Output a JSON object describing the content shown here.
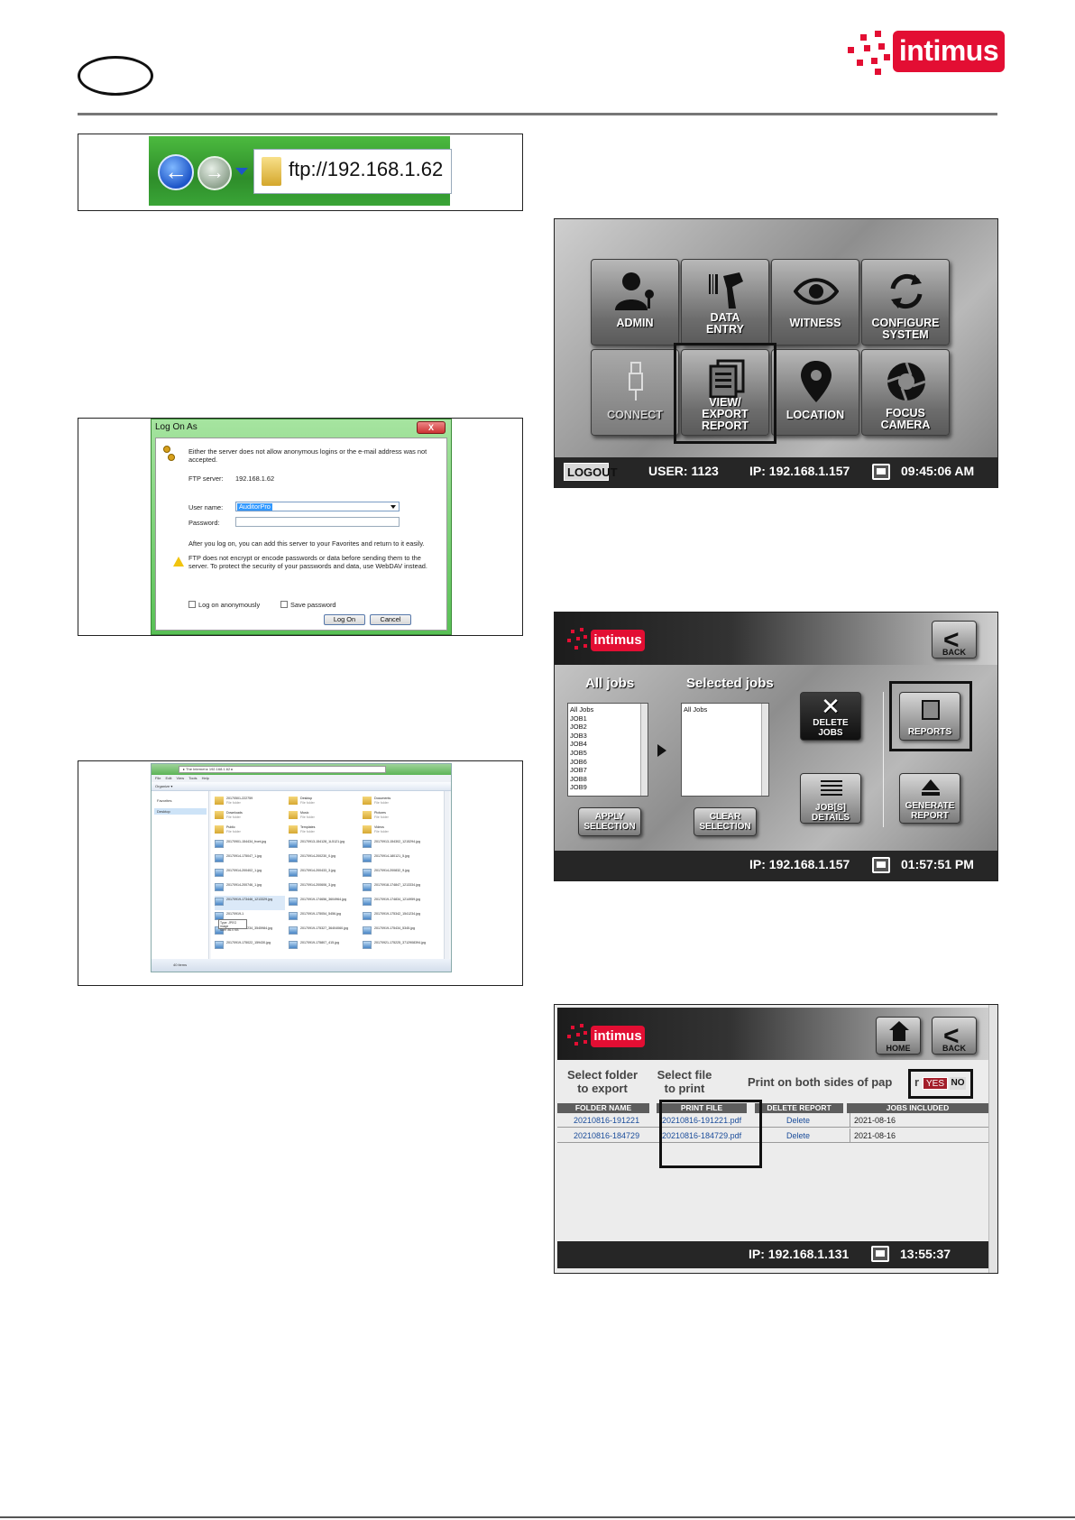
{
  "brand": {
    "logo_text": "intimus",
    "accent": "#e30e33"
  },
  "fig_browser": {
    "address": "ftp://192.168.1.62"
  },
  "fig_logon": {
    "title": "Log On As",
    "close": "X",
    "intro_1": "Either the server does not allow anonymous logins or the e-mail address was not",
    "intro_2": "accepted.",
    "ftp_server_label": "FTP server:",
    "ftp_server_value": "192.168.1.62",
    "username_label": "User name:",
    "username_value": "AuditorPro",
    "password_label": "Password:",
    "after_logon": "After you log on, you can add this server to your Favorites and return to it easily.",
    "warn_1": "FTP does not encrypt or encode passwords or data before sending them to the",
    "warn_2": "server.  To protect the security of your passwords and data, use WebDAV instead.",
    "anon_label": "Log on anonymously",
    "save_pw_label": "Save password",
    "logon_btn": "Log On",
    "cancel_btn": "Cancel"
  },
  "fig_explorer": {
    "address": "▸ The Internet ▸ 192.168.1.62 ▸",
    "menu": "File  Edit  View  Tools  Help",
    "toolbar": "Organize ▾",
    "nav": [
      "Favorites",
      "Desktop"
    ],
    "items": [
      {
        "name": "20170501-222759",
        "sub": "File folder",
        "kind": "folder"
      },
      {
        "name": "Desktop",
        "sub": "File folder",
        "kind": "folder"
      },
      {
        "name": "Documents",
        "sub": "File folder",
        "kind": "folder"
      },
      {
        "name": "Downloads",
        "sub": "File folder",
        "kind": "folder"
      },
      {
        "name": "Music",
        "sub": "File folder",
        "kind": "folder"
      },
      {
        "name": "Pictures",
        "sub": "File folder",
        "kind": "folder"
      },
      {
        "name": "Public",
        "sub": "File folder",
        "kind": "folder"
      },
      {
        "name": "Templates",
        "sub": "File folder",
        "kind": "folder"
      },
      {
        "name": "Videos",
        "sub": "File folder",
        "kind": "folder"
      },
      {
        "name": "20170901-154434_front.jpg",
        "sub": "",
        "kind": "img"
      },
      {
        "name": "20170913-154128_1L5121.jpg",
        "sub": "",
        "kind": "img"
      },
      {
        "name": "20170913-154302_1215294.jpg",
        "sub": "",
        "kind": "img"
      },
      {
        "name": "20170914-175047_1.jpg",
        "sub": "",
        "kind": "img"
      },
      {
        "name": "20170914-200230_0.jpg",
        "sub": "",
        "kind": "img"
      },
      {
        "name": "20170914-180121_5.jpg",
        "sub": "",
        "kind": "img"
      },
      {
        "name": "20170914-200402_1.jpg",
        "sub": "",
        "kind": "img"
      },
      {
        "name": "20170914-200433_3.jpg",
        "sub": "",
        "kind": "img"
      },
      {
        "name": "20170914-200832_9.jpg",
        "sub": "",
        "kind": "img"
      },
      {
        "name": "20170914-200746_1.jpg",
        "sub": "",
        "kind": "img"
      },
      {
        "name": "20170914-200606_3.jpg",
        "sub": "",
        "kind": "img"
      },
      {
        "name": "20170918-174847_1213334.jpg",
        "sub": "",
        "kind": "img"
      },
      {
        "name": "20170919-173446_1213329.jpg",
        "sub": "",
        "kind": "img"
      },
      {
        "name": "20170919-174656_3604964.jpg",
        "sub": "",
        "kind": "img"
      },
      {
        "name": "20170919-174834_1214959.jpg",
        "sub": "",
        "kind": "img"
      },
      {
        "name": "20170919-1",
        "sub": "",
        "kind": "img"
      },
      {
        "name": "20170919-175054_5456.jpg",
        "sub": "",
        "kind": "img"
      },
      {
        "name": "20170919-175342_1541234.jpg",
        "sub": "",
        "kind": "img"
      },
      {
        "name": "20170919-175234_3545984.jpg",
        "sub": "",
        "kind": "img"
      },
      {
        "name": "20170919-175327_36404060.jpg",
        "sub": "",
        "kind": "img"
      },
      {
        "name": "20170919-175434_5345.jpg",
        "sub": "",
        "kind": "img"
      },
      {
        "name": "20170919-175022_159430.jpg",
        "sub": "",
        "kind": "img"
      },
      {
        "name": "20170919-175807_415.jpg",
        "sub": "",
        "kind": "img"
      },
      {
        "name": "20170921-175225_3712908394.jpg",
        "sub": "",
        "kind": "img"
      }
    ],
    "tooltip_1": "Type: JPEG image",
    "tooltip_2": "Size: 86.0 KB",
    "status": "40 items"
  },
  "fig_menu": {
    "tiles": [
      {
        "label_1": "ADMIN",
        "label_2": ""
      },
      {
        "label_1": "DATA",
        "label_2": "ENTRY"
      },
      {
        "label_1": "WITNESS",
        "label_2": ""
      },
      {
        "label_1": "CONFIGURE",
        "label_2": "SYSTEM"
      },
      {
        "label_1": "CONNECT",
        "label_2": ""
      },
      {
        "label_1": "VIEW/",
        "label_2": "EXPORT",
        "label_3": "REPORT"
      },
      {
        "label_1": "LOCATION",
        "label_2": ""
      },
      {
        "label_1": "FOCUS",
        "label_2": "CAMERA"
      }
    ],
    "logout": "LOGOUT",
    "user": "USER: 1123",
    "ip": "IP: 192.168.1.157",
    "time": "09:45:06 AM"
  },
  "fig_jobs": {
    "back": "BACK",
    "all_jobs_title": "All jobs",
    "selected_jobs_title": "Selected jobs",
    "all_jobs": [
      "All Jobs",
      "JOB1",
      "JOB2",
      "JOB3",
      "JOB4",
      "JOB5",
      "JOB6",
      "JOB7",
      "JOB8",
      "JOB9"
    ],
    "selected_jobs": [
      "All Jobs"
    ],
    "delete_1": "DELETE",
    "delete_2": "JOBS",
    "reports": "REPORTS",
    "details_1": "JOB[S]",
    "details_2": "DETAILS",
    "generate_1": "GENERATE",
    "generate_2": "REPORT",
    "apply_1": "APPLY",
    "apply_2": "SELECTION",
    "clear_1": "CLEAR",
    "clear_2": "SELECTION",
    "ip": "IP: 192.168.1.157",
    "time": "01:57:51 PM"
  },
  "fig_export": {
    "home": "HOME",
    "back": "BACK",
    "select_folder_1": "Select folder",
    "select_folder_2": "to export",
    "select_file_1": "Select file",
    "select_file_2": "to print",
    "print_both": "Print on both sides of pap",
    "print_both_tail": "r",
    "yes": "YES",
    "no": "NO",
    "headers": [
      "FOLDER NAME",
      "PRINT FILE",
      "DELETE REPORT",
      "JOBS INCLUDED"
    ],
    "rows": [
      {
        "folder": "20210816-191221",
        "file": "20210816-191221.pdf",
        "delete": "Delete",
        "jobs": "2021-08-16"
      },
      {
        "folder": "20210816-184729",
        "file": "20210816-184729.pdf",
        "delete": "Delete",
        "jobs": "2021-08-16"
      }
    ],
    "ip": "IP: 192.168.1.131",
    "time": "13:55:37"
  }
}
